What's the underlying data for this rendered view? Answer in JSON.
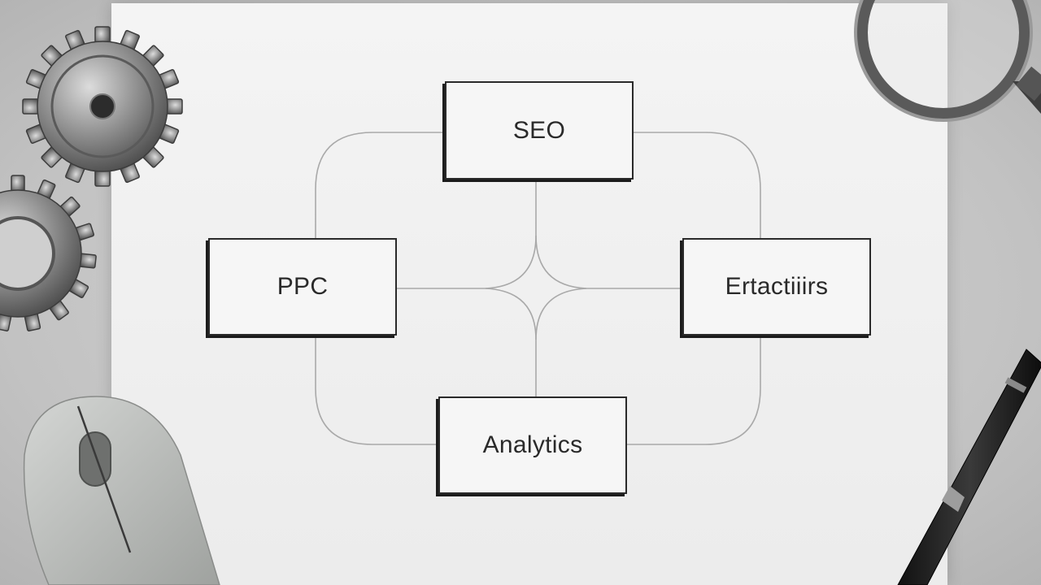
{
  "diagram": {
    "nodes": [
      {
        "id": "seo",
        "label": "SEO"
      },
      {
        "id": "ppc",
        "label": "PPC"
      },
      {
        "id": "right",
        "label": "Ertactiiirs"
      },
      {
        "id": "analytics",
        "label": "Analytics"
      }
    ]
  },
  "decorations": {
    "top_left": "gear-icon",
    "mid_left": "gear-icon",
    "bottom_left": "computer-mouse-icon",
    "top_right": "magnifying-glass-icon",
    "bottom_right": "pen-icon"
  }
}
